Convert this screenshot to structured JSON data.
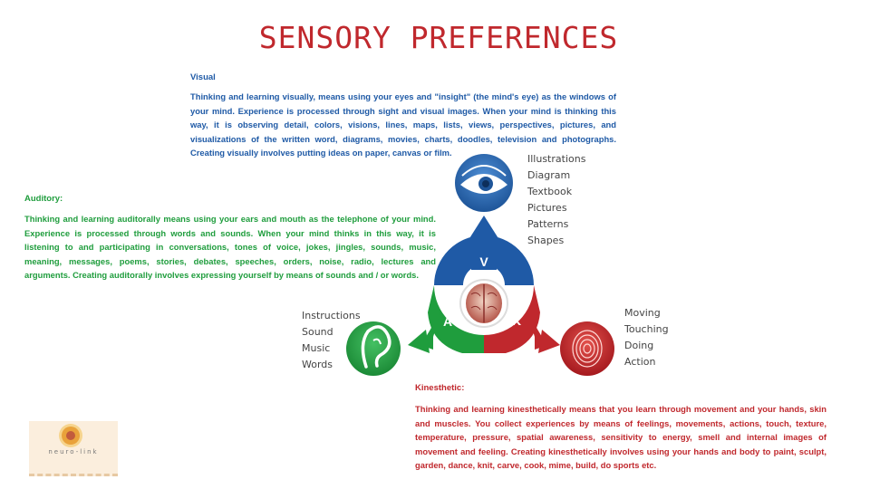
{
  "title": "SENSORY PREFERENCES",
  "visual": {
    "heading": "Visual",
    "text": "Thinking and learning visually, means using your eyes and \"insight\" (the mind's eye) as the windows of your mind. Experience is processed through sight and visual images. When your mind is thinking this way, it is observing detail, colors, visions, lines, maps, lists, views, perspectives, pictures, and visualizations of the written word, diagrams, movies, charts, doodles, television and photographs. Creating visually involves putting ideas on paper, canvas or film.",
    "items": [
      "Illustrations",
      "Diagram",
      "Textbook",
      "Pictures",
      "Patterns",
      "Shapes"
    ]
  },
  "auditory": {
    "heading": "Auditory:",
    "text": "Thinking and learning auditorally means using your ears and mouth as the telephone of your mind. Experience is processed through words and sounds. When your mind thinks in this way, it is listening to and participating in conversations, tones of voice, jokes, jingles, sounds, music, meaning, messages, poems, stories, debates, speeches, orders, noise, radio, lectures and arguments. Creating auditorally involves expressing yourself by means of sounds and / or words.",
    "items": [
      "Instructions",
      "Sound",
      "Music",
      "Words"
    ]
  },
  "kinesthetic": {
    "heading": "Kinesthetic:",
    "text": "Thinking and learning kinesthetically means that you learn through movement and your hands, skin and muscles. You collect experiences by means of feelings, movements, actions, touch, texture, temperature, pressure, spatial awareness, sensitivity to energy, smell and internal images of movement and feeling. Creating kinesthetically involves using your hands and body to paint, sculpt, garden, dance, knit, carve, cook, mime, build, do sports etc.",
    "items": [
      "Moving",
      "Touching",
      "Doing",
      "Action"
    ]
  },
  "diagram": {
    "letter_v": "V",
    "letter_a": "A",
    "letter_k": "K"
  },
  "logo": {
    "text": "neuro-link"
  },
  "colors": {
    "blue": "#1f5aa6",
    "green": "#1f9d3d",
    "red": "#c0282d"
  }
}
